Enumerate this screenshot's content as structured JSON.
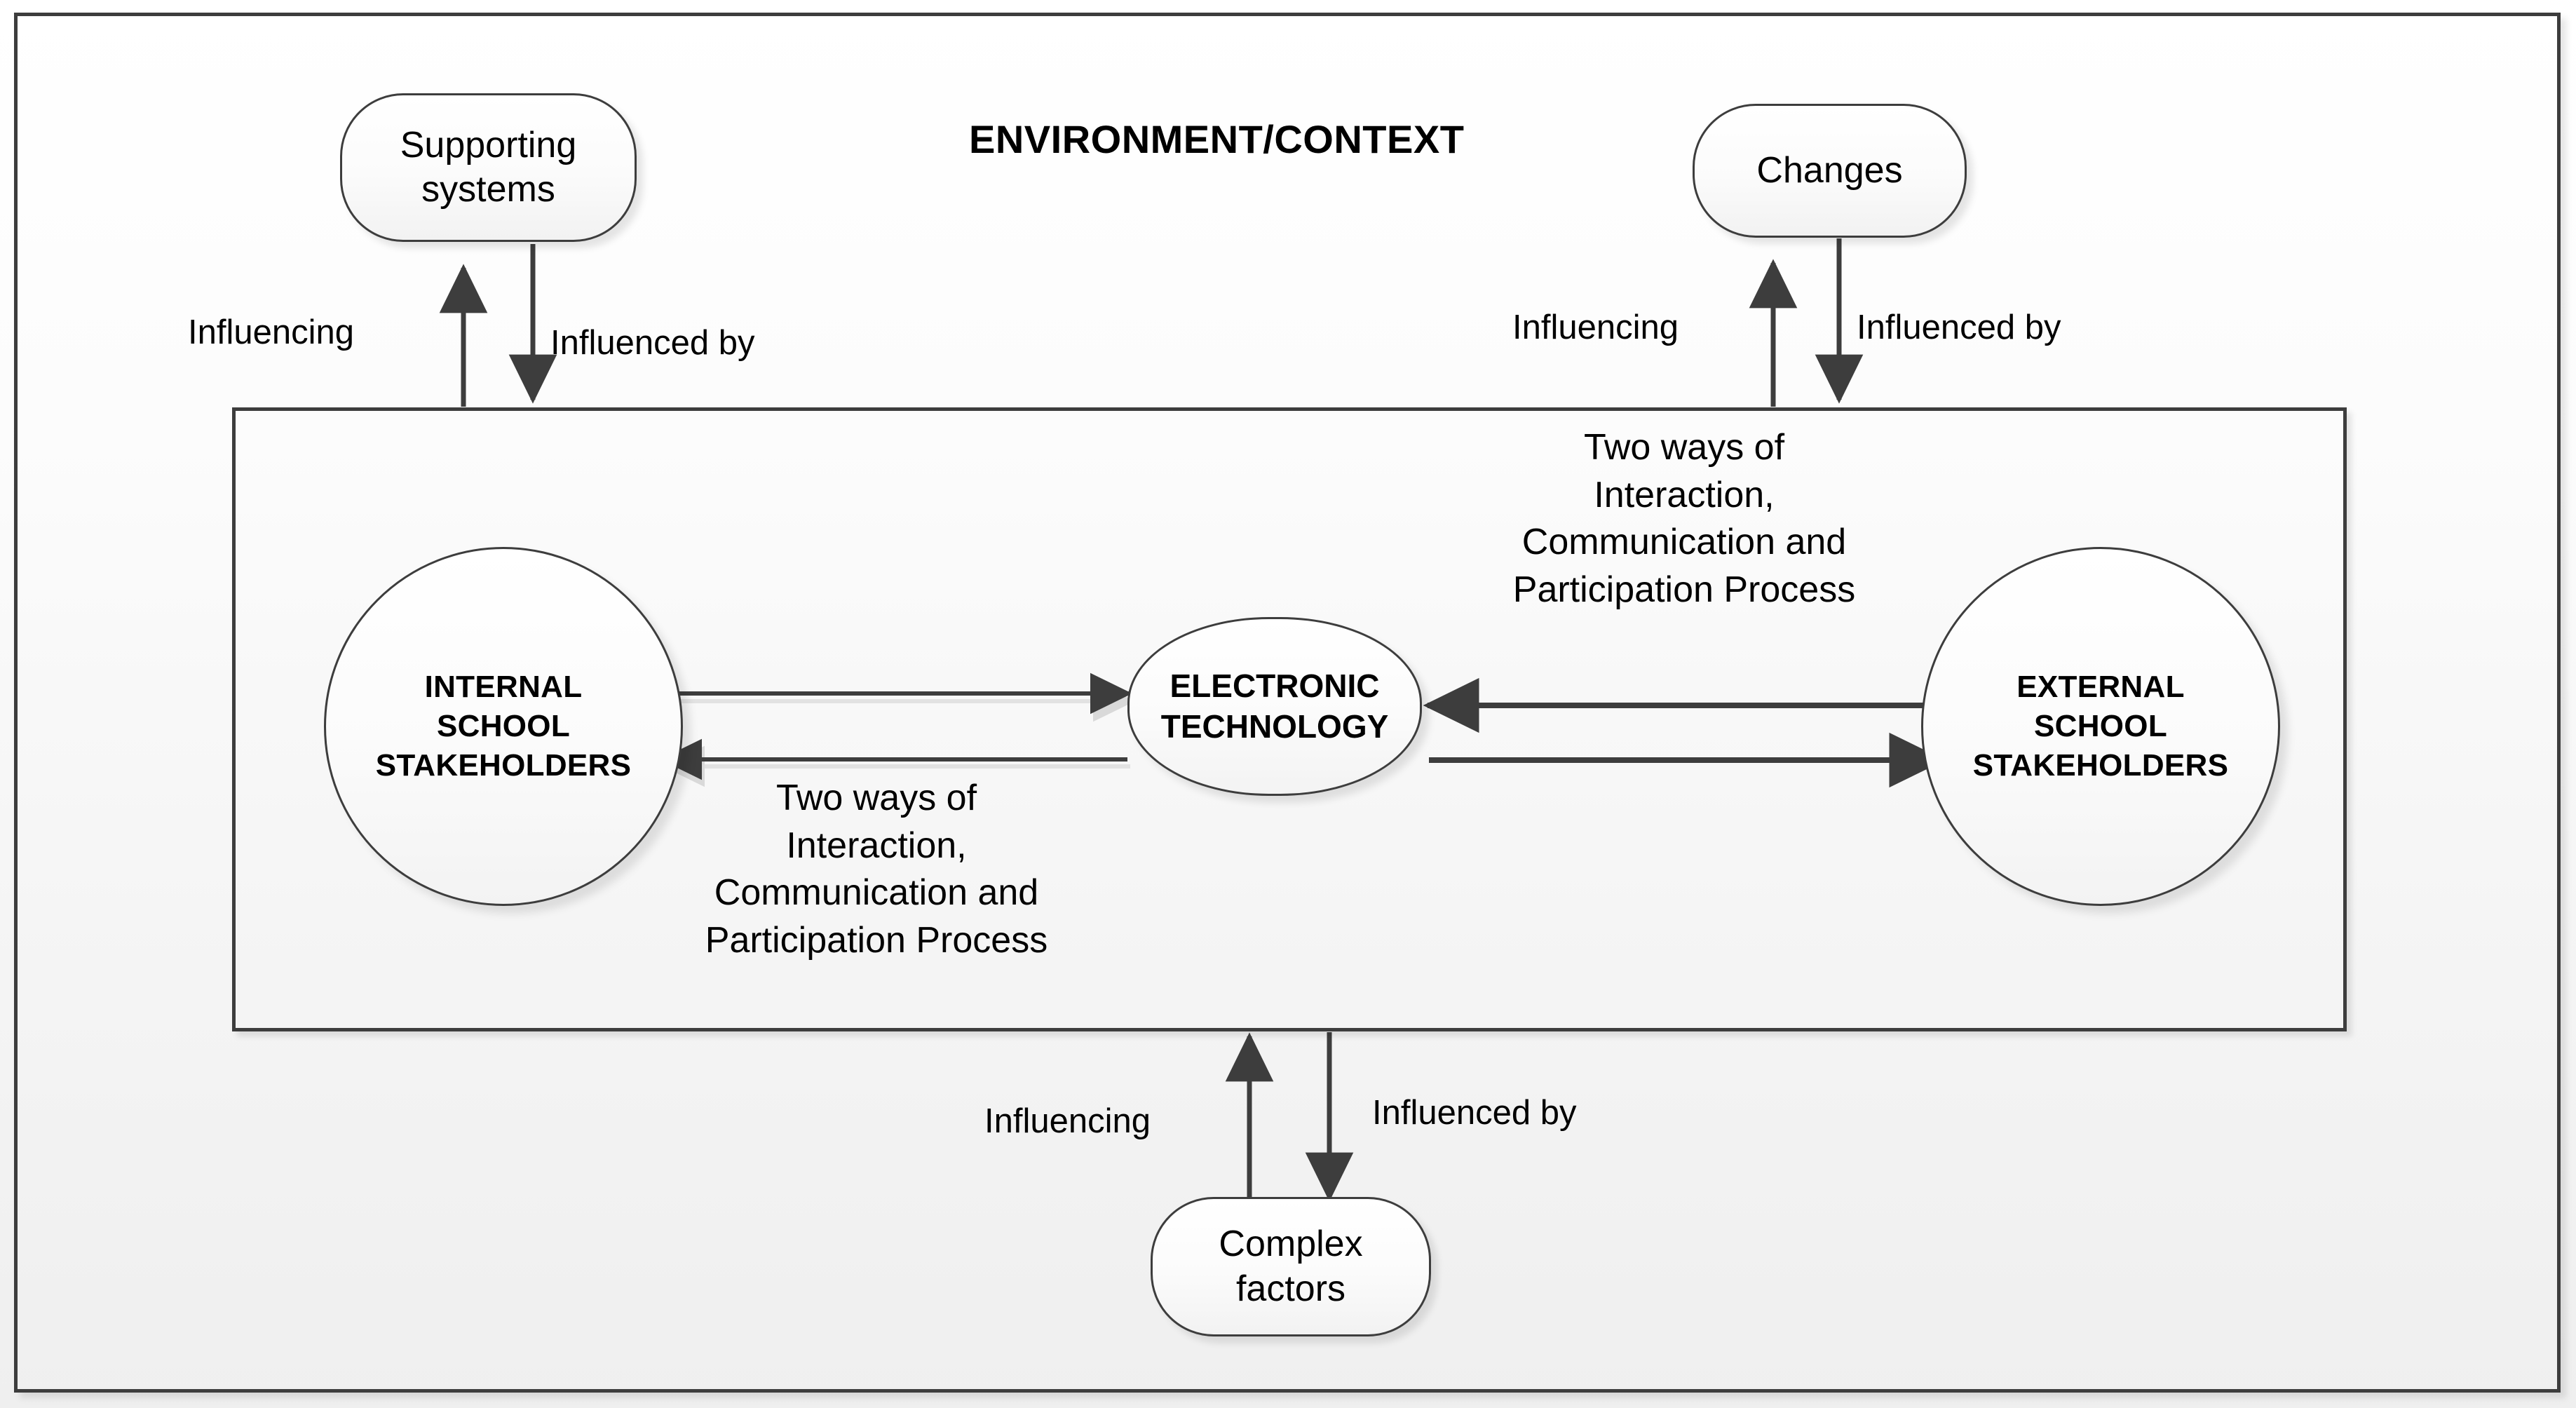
{
  "diagram": {
    "title": "ENVIRONMENT/CONTEXT",
    "outer_nodes": [
      {
        "id": "supporting-systems",
        "label_line1": "Supporting",
        "label_line2": "systems"
      },
      {
        "id": "changes",
        "label_line1": "Changes",
        "label_line2": ""
      },
      {
        "id": "complex-factors",
        "label_line1": "Complex",
        "label_line2": "factors"
      }
    ],
    "inner_nodes": [
      {
        "id": "internal-school-stakeholders",
        "line1": "INTERNAL",
        "line2": "SCHOOL",
        "line3": "STAKEHOLDERS"
      },
      {
        "id": "electronic-technology",
        "line1": "ELECTRONIC",
        "line2": "TECHNOLOGY",
        "line3": ""
      },
      {
        "id": "external-school-stakeholders",
        "line1": "EXTERNAL",
        "line2": "SCHOOL",
        "line3": "STAKEHOLDERS"
      }
    ],
    "edge_labels": {
      "influencing": "Influencing",
      "influenced_by": "Influenced by"
    },
    "process_label": {
      "line1": "Two ways of",
      "line2": "Interaction,",
      "line3": "Communication and",
      "line4": "Participation Process"
    },
    "colors": {
      "stroke": "#3d3d3d",
      "text": "#000000",
      "node_fill_top": "#ffffff",
      "node_fill_bottom": "#f2f2f2",
      "page_background": "#f7f7f7"
    }
  }
}
